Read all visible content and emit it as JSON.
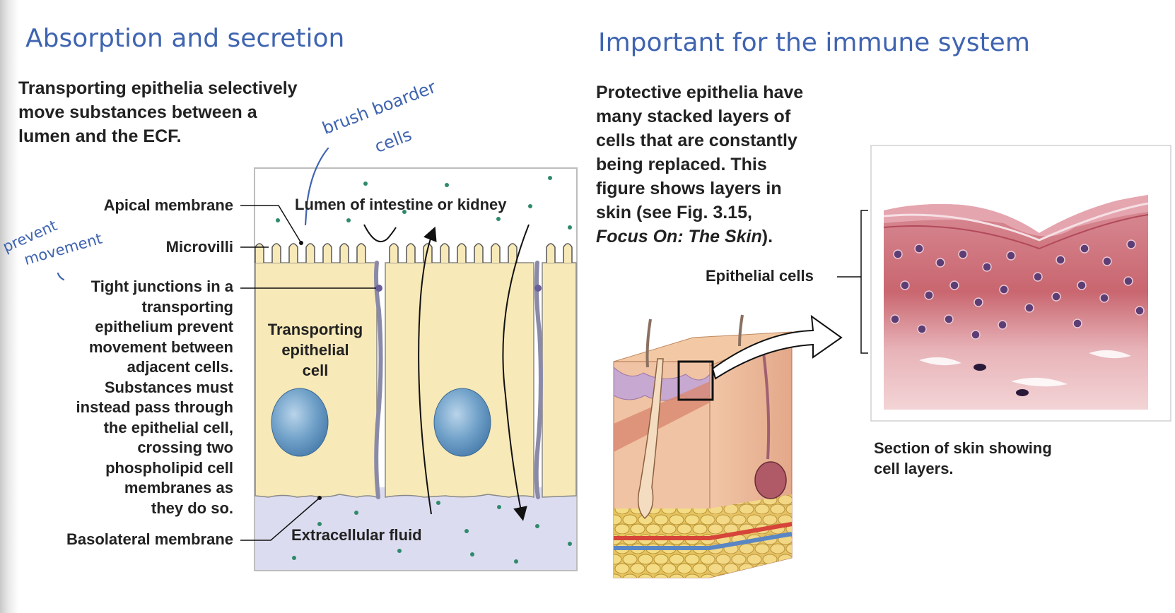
{
  "headings": {
    "left": "Absorption and secretion",
    "right": "Important for the immune system"
  },
  "left_description": [
    "Transporting epithelia selectively",
    "move substances between a",
    "lumen and the ECF."
  ],
  "right_description": [
    "Protective epithelia have",
    "many stacked layers of",
    "cells that are constantly",
    "being replaced. This",
    "figure shows layers in",
    "skin (see Fig. 3.15,",
    "Focus On: The Skin)."
  ],
  "transport_labels": {
    "apical_membrane": "Apical membrane",
    "microvilli": "Microvilli",
    "tight_junctions": [
      "Tight junctions in a",
      "transporting",
      "epithelium prevent",
      "movement between",
      "adjacent cells.",
      "Substances must",
      "instead pass through",
      "the epithelial cell,",
      "crossing two",
      "phospholipid cell",
      "membranes as",
      "they do so."
    ],
    "basolateral_membrane": "Basolateral membrane",
    "lumen": "Lumen of intestine or kidney",
    "transporting_cell": [
      "Transporting",
      "epithelial",
      "cell"
    ],
    "extracellular_fluid": "Extracellular fluid"
  },
  "skin_labels": {
    "epithelial_cells": "Epithelial cells",
    "section_caption": [
      "Section of skin showing",
      "cell layers."
    ]
  },
  "handwritten_notes": {
    "brush_line1": "brush boarder",
    "brush_line2": "cells",
    "prevent_line1": "prevent",
    "prevent_line2": "movement"
  },
  "colors": {
    "heading": "#3f64b0",
    "cell_fill": "#f7e9b8",
    "ecf_fill": "#dcdcf0",
    "annotation": "#3f64b0"
  }
}
